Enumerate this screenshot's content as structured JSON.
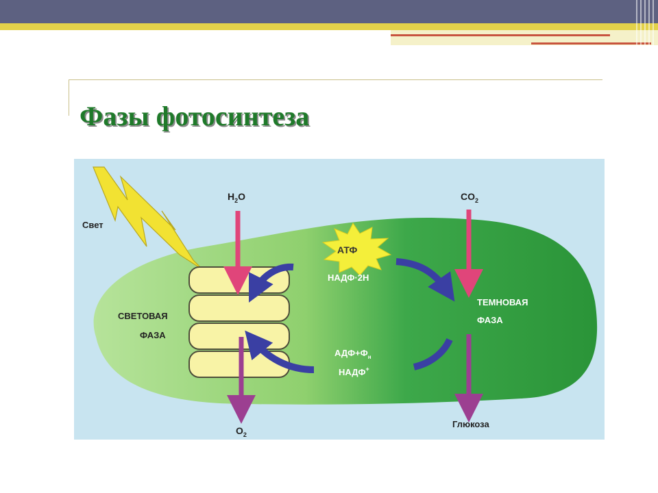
{
  "title": "Фазы фотосинтеза",
  "colors": {
    "header": "#5d6181",
    "accent_yellow": "#e3d14a",
    "title_green": "#1f7a2a",
    "background_blue": "#c8e4f0",
    "light_phase_green": "#a7d988",
    "dark_phase_green": "#2e9a3c",
    "thylakoid_fill": "#f8f3a6",
    "input_arrow": "#e0457a",
    "output_arrow": "#9c3f91",
    "cycle_arrow": "#3a3fa3",
    "light_bolt": "#f2e232"
  },
  "labels": {
    "light": "Свет",
    "water": {
      "base": "H",
      "sub": "2",
      "tail": "O"
    },
    "co2": {
      "base": "CO",
      "sub": "2"
    },
    "atp": "АТФ",
    "nadph": "НАДФ·2Н",
    "light_phase_1": "СВЕТОВАЯ",
    "light_phase_2": "ФАЗА",
    "dark_phase_1": "ТЕМНОВАЯ",
    "dark_phase_2": "ФАЗА",
    "adp": {
      "base": "АДФ+Ф",
      "sub": "н"
    },
    "nadp": {
      "base": "НАДФ",
      "sup": "+"
    },
    "o2": {
      "base": "O",
      "sub": "2"
    },
    "glucose": "Глюкоза"
  }
}
